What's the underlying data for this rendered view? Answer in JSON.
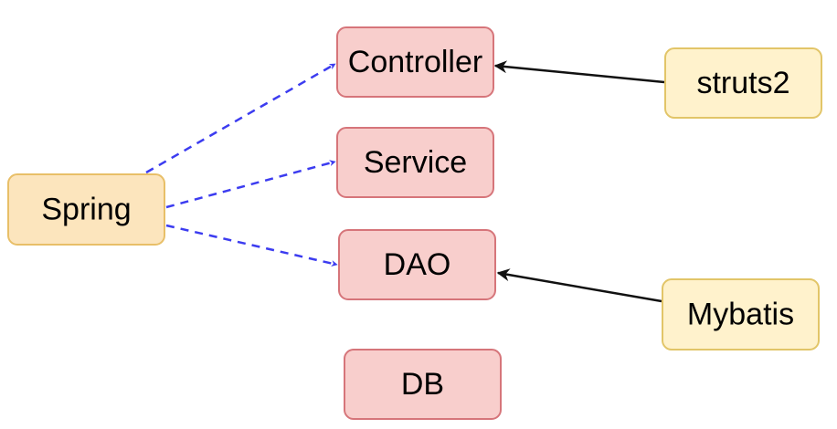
{
  "diagram": {
    "nodes": {
      "controller": {
        "label": "Controller"
      },
      "service": {
        "label": "Service"
      },
      "dao": {
        "label": "DAO"
      },
      "db": {
        "label": "DB"
      },
      "spring": {
        "label": "Spring"
      },
      "struts2": {
        "label": "struts2"
      },
      "mybatis": {
        "label": "Mybatis"
      }
    },
    "edges": [
      {
        "from": "spring",
        "to": "controller",
        "style": "dashed"
      },
      {
        "from": "spring",
        "to": "service",
        "style": "dashed"
      },
      {
        "from": "spring",
        "to": "dao",
        "style": "dashed"
      },
      {
        "from": "struts2",
        "to": "controller",
        "style": "solid"
      },
      {
        "from": "mybatis",
        "to": "dao",
        "style": "solid"
      }
    ]
  },
  "colors": {
    "layer_fill": "#f8cecc",
    "layer_stroke": "#d6757a",
    "framework_fill": "#fce5bd",
    "framework_stroke": "#e8bf68",
    "tool_fill": "#fff2cc",
    "tool_stroke": "#e2c568",
    "dashed_edge": "#3c3cf0",
    "solid_edge": "#111111"
  }
}
